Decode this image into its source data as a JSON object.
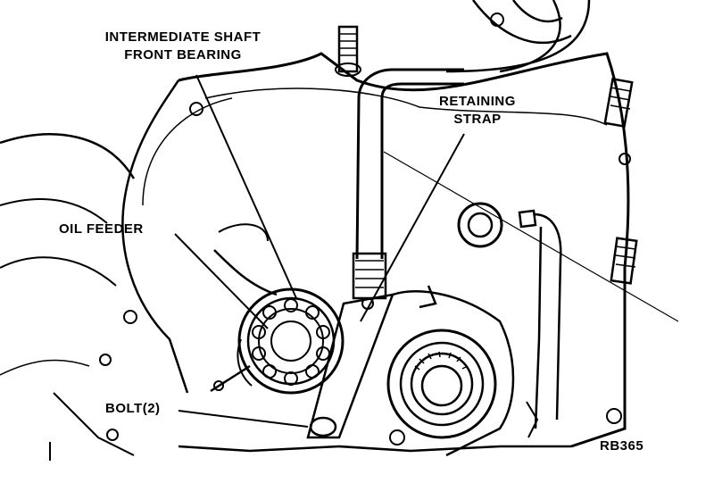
{
  "labels": {
    "intermediate_shaft": {
      "line1": "INTERMEDIATE SHAFT",
      "line2": "FRONT BEARING"
    },
    "retaining_strap": {
      "line1": "RETAINING",
      "line2": "STRAP"
    },
    "oil_feeder": "OIL FEEDER",
    "bolt": "BOLT(2)",
    "figure_code": "RB365"
  },
  "colors": {
    "ink": "#000000",
    "paper": "#ffffff"
  }
}
